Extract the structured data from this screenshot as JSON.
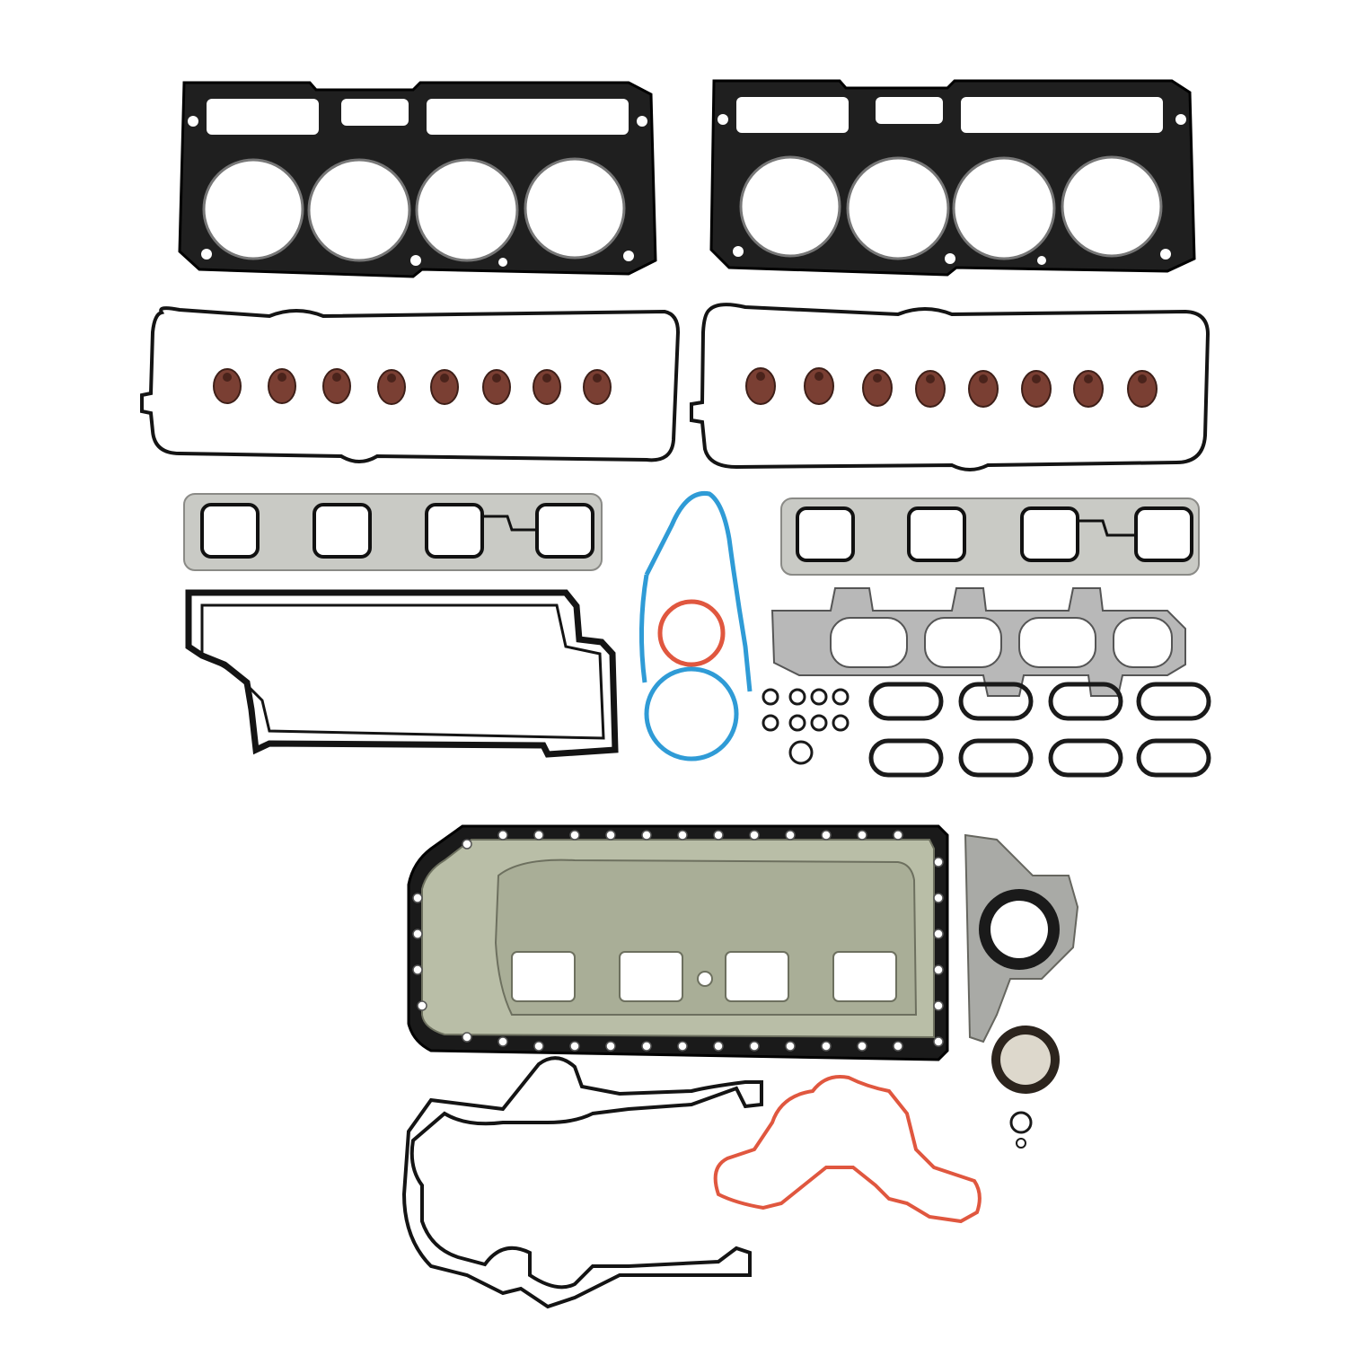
{
  "photo": {
    "subject": "engine-gasket-set",
    "background_color": "#ffffff",
    "colors": {
      "black_gasket": "#111111",
      "mls_steel": "#2a2a2a",
      "steel_plate": "#c9cac5",
      "pan_plate": "#b9bea7",
      "valve_seal": "#7a3f33",
      "blue_seal": "#2f9bd6",
      "red_seal": "#e0573f",
      "rubber_black": "#1a1a1a",
      "graphite": "#8f8f8f",
      "rear_seal_housing": "#a9aaa6"
    },
    "parts": {
      "head_gaskets": 2,
      "valve_cover_gaskets": 2,
      "valve_stem_seals": 16,
      "intake_gaskets": 2,
      "exhaust_manifold_gaskets": 1,
      "spark_plug_tube_seals": 16,
      "oil_pan_gaskets": 1
    }
  }
}
